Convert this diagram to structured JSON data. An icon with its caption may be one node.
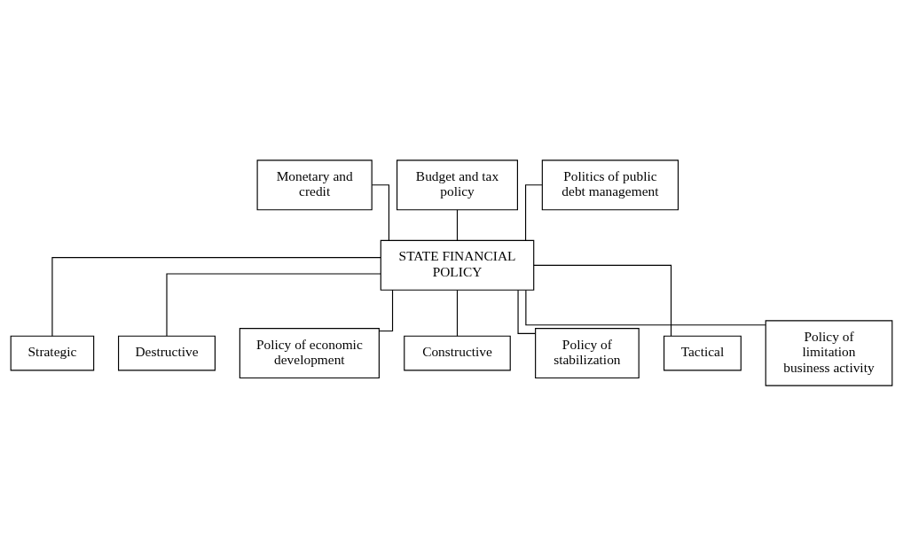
{
  "diagram": {
    "nodes": [
      {
        "text": [
          "Monetary and credit"
        ]
      },
      {
        "text": [
          "Budget and tax policy"
        ]
      },
      {
        "text": [
          "Politics of public debt management"
        ]
      },
      {
        "text": [
          "STATE FINANCIAL POLICY"
        ]
      },
      {
        "text": [
          "Strategic"
        ]
      },
      {
        "text": [
          "Destructive"
        ]
      },
      {
        "text": [
          "Policy of economic development"
        ]
      },
      {
        "text": [
          "Constructive"
        ]
      },
      {
        "text": [
          "Policy of stabilization"
        ]
      },
      {
        "text": [
          "Tactical"
        ]
      },
      {
        "text": [
          "Policy of limitation business activity"
        ]
      }
    ],
    "edges": [
      {
        "from": 0,
        "to": 3,
        "arrow": "none"
      },
      {
        "from": 1,
        "to": 3,
        "arrow": "none"
      },
      {
        "from": 2,
        "to": 3,
        "arrow": "none"
      },
      {
        "from": 3,
        "to": 4,
        "arrow": "none"
      },
      {
        "from": 3,
        "to": 9,
        "arrow": "none"
      },
      {
        "from": 3,
        "to": 5,
        "arrow": "none"
      },
      {
        "from": 3,
        "to": 7,
        "arrow": "none"
      },
      {
        "from": 3,
        "to": 6,
        "arrow": "none"
      },
      {
        "from": 3,
        "to": 8,
        "arrow": "none"
      },
      {
        "from": 3,
        "to": 10,
        "arrow": "none"
      }
    ]
  }
}
